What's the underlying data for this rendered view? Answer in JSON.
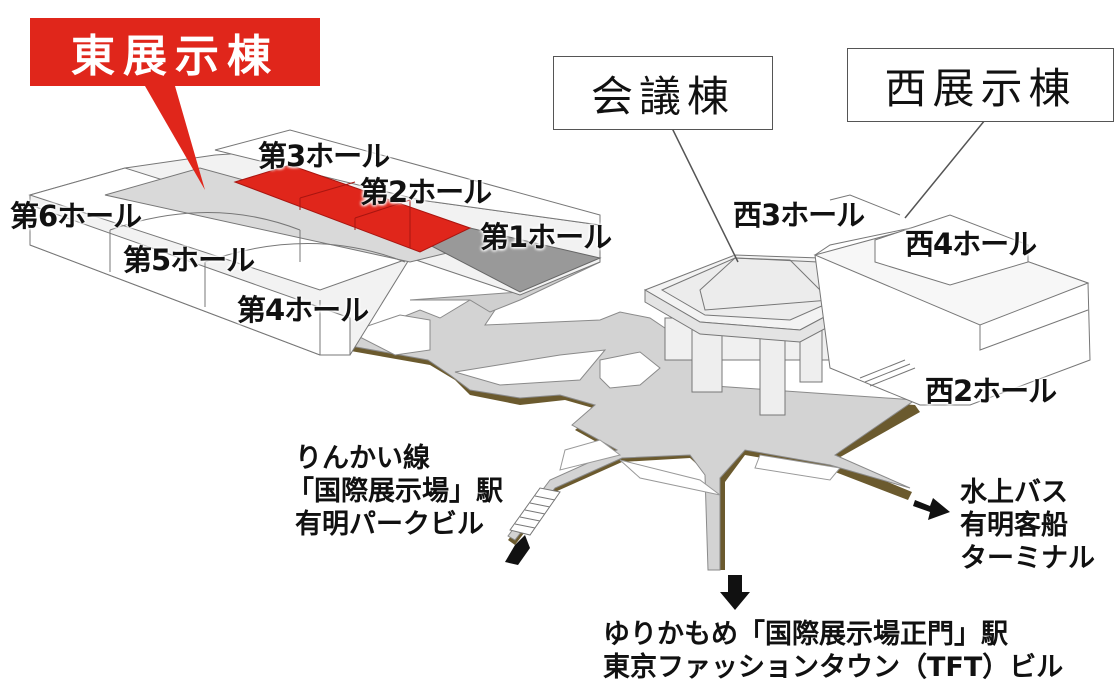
{
  "buildings": {
    "east": "東展示棟",
    "conference": "会議棟",
    "west": "西展示棟"
  },
  "halls": {
    "hall1": "第1ホール",
    "hall2": "第2ホール",
    "hall3": "第3ホール",
    "hall4": "第4ホール",
    "hall5": "第5ホール",
    "hall6": "第6ホール",
    "west2": "西2ホール",
    "west3": "西3ホール",
    "west4": "西4ホール"
  },
  "exits": {
    "rinkai": [
      "りんかい線",
      "「国際展示場」駅",
      "有明パークビル"
    ],
    "water_bus": [
      "水上バス",
      "有明客船",
      "ターミナル"
    ],
    "yurikamome": [
      "ゆりかもめ「国際展示場正門」駅",
      "東京ファッションタウン（TFT）ビル"
    ]
  },
  "colors": {
    "highlight": "#e0261b",
    "floor": "#d3d3d3",
    "hall_dark": "#999999",
    "edge": "#6b5a2e"
  }
}
